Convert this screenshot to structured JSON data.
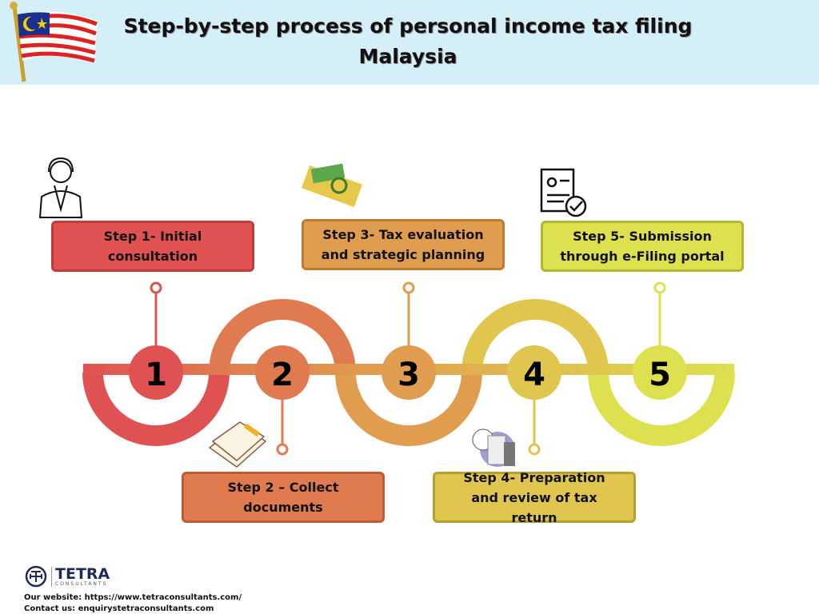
{
  "header": {
    "title_line1": "Step-by-step process of personal income tax filing",
    "title_line2": "Malaysia"
  },
  "steps": [
    {
      "number": "1",
      "label": "Step 1- Initial consultation",
      "color": "#e05252"
    },
    {
      "number": "2",
      "label": "Step 2 – Collect documents",
      "color": "#e07a4f"
    },
    {
      "number": "3",
      "label": "Step 3- Tax evaluation and strategic planning",
      "color": "#e09c4f"
    },
    {
      "number": "4",
      "label": "Step 4- Preparation and review of tax return",
      "color": "#e0c54f"
    },
    {
      "number": "5",
      "label": "Step 5- Submission through e-Filing portal",
      "color": "#dde04f"
    }
  ],
  "footer": {
    "brand": "TETRA",
    "brand_sub": "CONSULTANTS",
    "website": "Our website: https://www.tetraconsultants.com/",
    "contact": "Contact us: enquirystetraconsultants.com"
  }
}
